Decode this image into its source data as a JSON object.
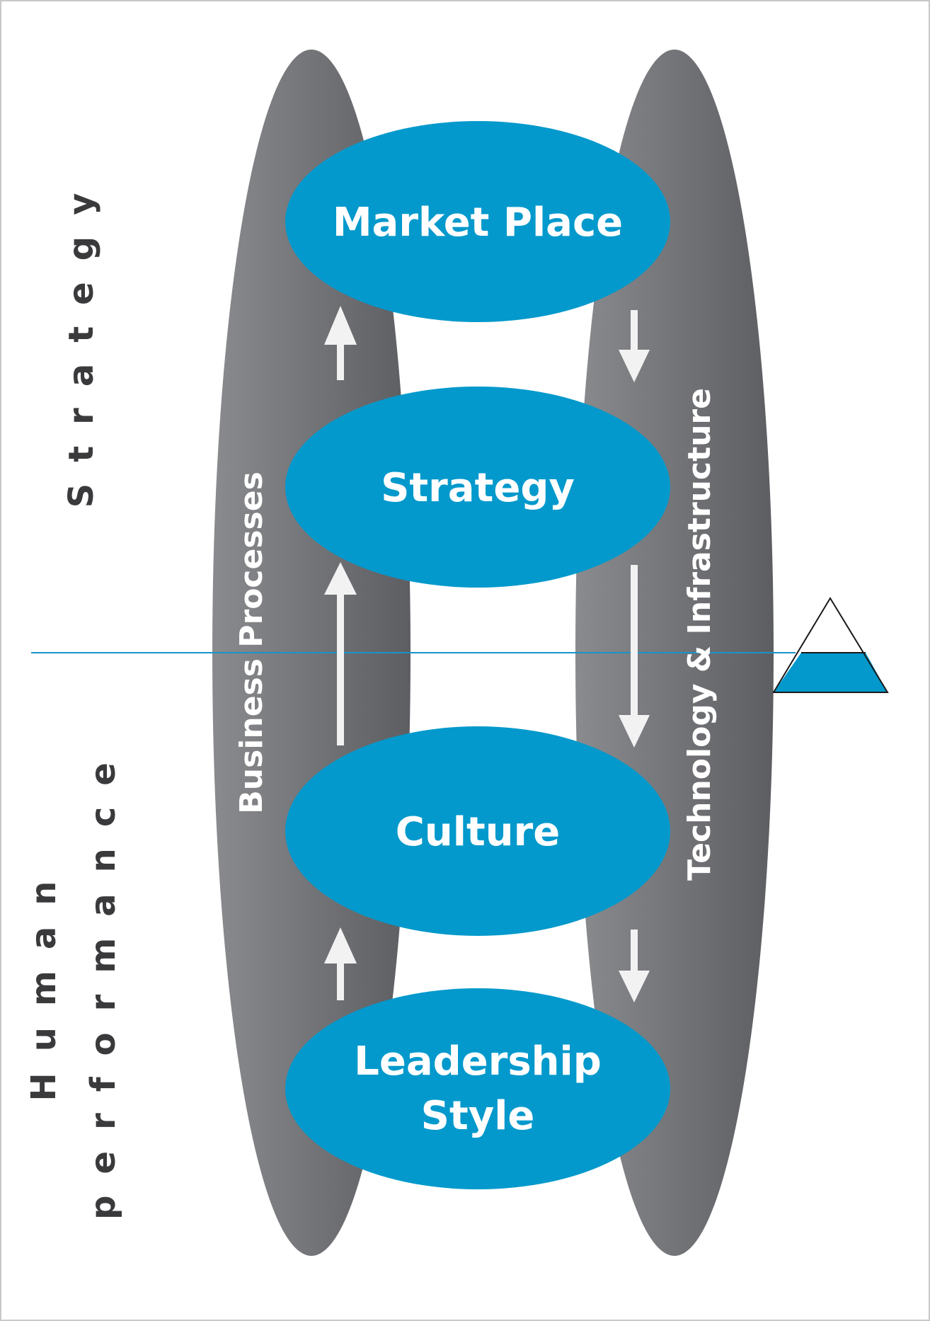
{
  "nodes": [
    {
      "id": "market_place",
      "lines": [
        "Market Place"
      ]
    },
    {
      "id": "strategy",
      "lines": [
        "Strategy"
      ]
    },
    {
      "id": "culture",
      "lines": [
        "Culture"
      ]
    },
    {
      "id": "leadership_style",
      "lines": [
        "Leadership",
        "Style"
      ]
    }
  ],
  "left_bar": {
    "label": "Business Processes",
    "flow": "up"
  },
  "right_bar": {
    "label": "Technology & Infrastructure",
    "flow": "down"
  },
  "side_labels": {
    "upper": "Strategy",
    "lower_line1": "Human",
    "lower_line2": "performance"
  },
  "colors": {
    "node_fill": "#0399cc",
    "bar_dark": "#5d5e62",
    "bar_light": "#8a8b8e",
    "arrow": "#f2f2f2",
    "divider": "#1a94c6",
    "triangle_fill": "#0399cc",
    "side_text": "#3a3a3c",
    "frame": "#c8c8c8"
  }
}
